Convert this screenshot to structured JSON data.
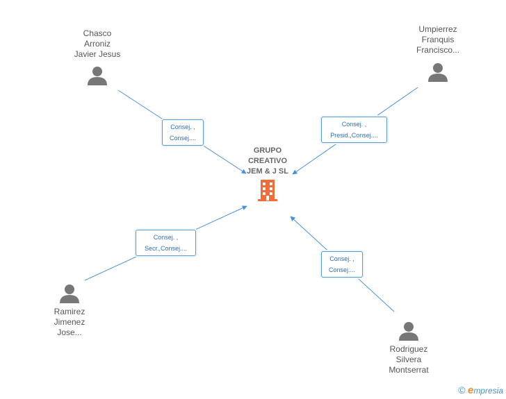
{
  "company": {
    "name_lines": [
      "GRUPO",
      "CREATIVO",
      "JEM & J SL"
    ],
    "icon": "building-icon",
    "color": "#f26b3a"
  },
  "people": [
    {
      "id": "chasco",
      "name_lines": [
        "Chasco",
        "Arroniz",
        "Javier Jesus"
      ],
      "icon": "person-icon",
      "role_lines": [
        "Consej. ,",
        "Consej...."
      ]
    },
    {
      "id": "umpierrez",
      "name_lines": [
        "Umpierrez",
        "Franquis",
        "Francisco..."
      ],
      "icon": "person-icon",
      "role_lines": [
        "Consej. ,",
        "Presid.,Consej...."
      ]
    },
    {
      "id": "ramirez",
      "name_lines": [
        "Ramirez",
        "Jimenez",
        "Jose..."
      ],
      "icon": "person-icon",
      "role_lines": [
        "Consej. ,",
        "Secr.,Consej...."
      ]
    },
    {
      "id": "rodriguez",
      "name_lines": [
        "Rodriguez",
        "Silvera",
        "Montserrat"
      ],
      "icon": "person-icon",
      "role_lines": [
        "Consej. ,",
        "Consej...."
      ]
    }
  ],
  "colors": {
    "link": "#4a90d9",
    "person_icon": "#777777",
    "role_text": "#2f6fb6"
  },
  "footer": {
    "copyright": "©",
    "brand_initial": "e",
    "brand_rest": "mpresia"
  }
}
